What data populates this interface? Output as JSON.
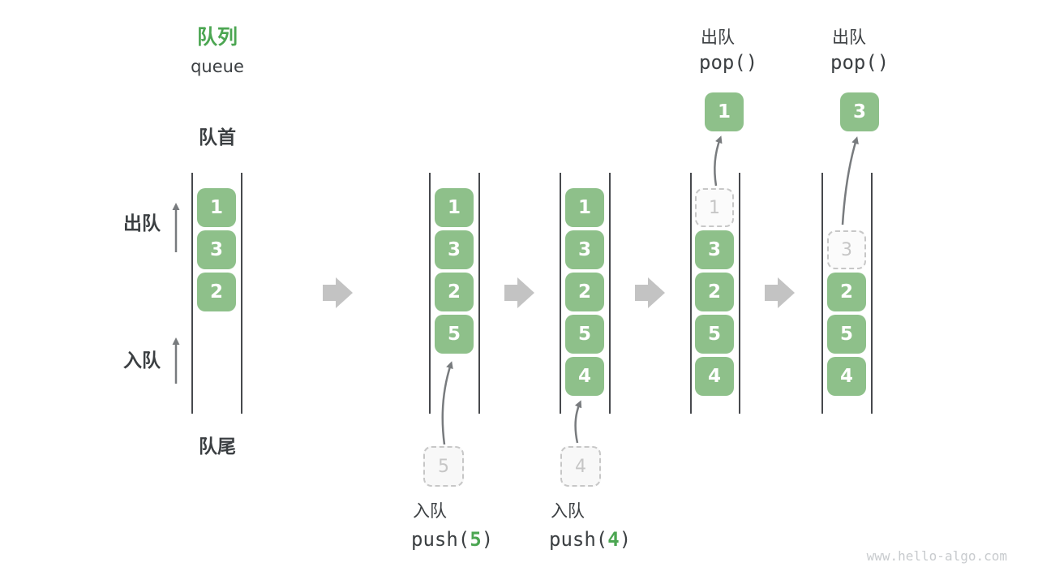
{
  "title": {
    "zh": "队列",
    "en": "queue"
  },
  "labels": {
    "front": "队首",
    "rear": "队尾",
    "dequeue_side": "出队",
    "enqueue_side": "入队"
  },
  "watermark": "www.hello-algo.com",
  "colors": {
    "box_green": "#8ec08a",
    "accent_green": "#4ca652",
    "text_dark": "#3b3f42",
    "thin_arrow_gray": "#787b7e",
    "block_arrow_gray": "#c3c3c3",
    "ghost_gray": "#c6c6c6",
    "watermark_gray": "#c8cbce"
  },
  "icons": {
    "step_arrow": "block-arrow-right",
    "direction_arrow": "thin-arrow-up",
    "flow_arrow": "curved-arrow-up"
  },
  "columns": [
    {
      "boxes": [
        "1",
        "3",
        "2"
      ]
    },
    {
      "boxes": [
        "1",
        "3",
        "2",
        "5"
      ],
      "staged": "5",
      "op": {
        "zh": "入队",
        "code_pre": "push(",
        "arg": "5",
        "code_post": ")"
      }
    },
    {
      "boxes": [
        "1",
        "3",
        "2",
        "5",
        "4"
      ],
      "staged": "4",
      "op": {
        "zh": "入队",
        "code_pre": "push(",
        "arg": "4",
        "code_post": ")"
      }
    },
    {
      "ghost": "1",
      "boxes": [
        "3",
        "2",
        "5",
        "4"
      ],
      "popped": "1",
      "op": {
        "zh": "出队",
        "code": "pop()"
      }
    },
    {
      "ghost": "3",
      "boxes": [
        "2",
        "5",
        "4"
      ],
      "popped": "3",
      "op": {
        "zh": "出队",
        "code": "pop()"
      }
    }
  ]
}
